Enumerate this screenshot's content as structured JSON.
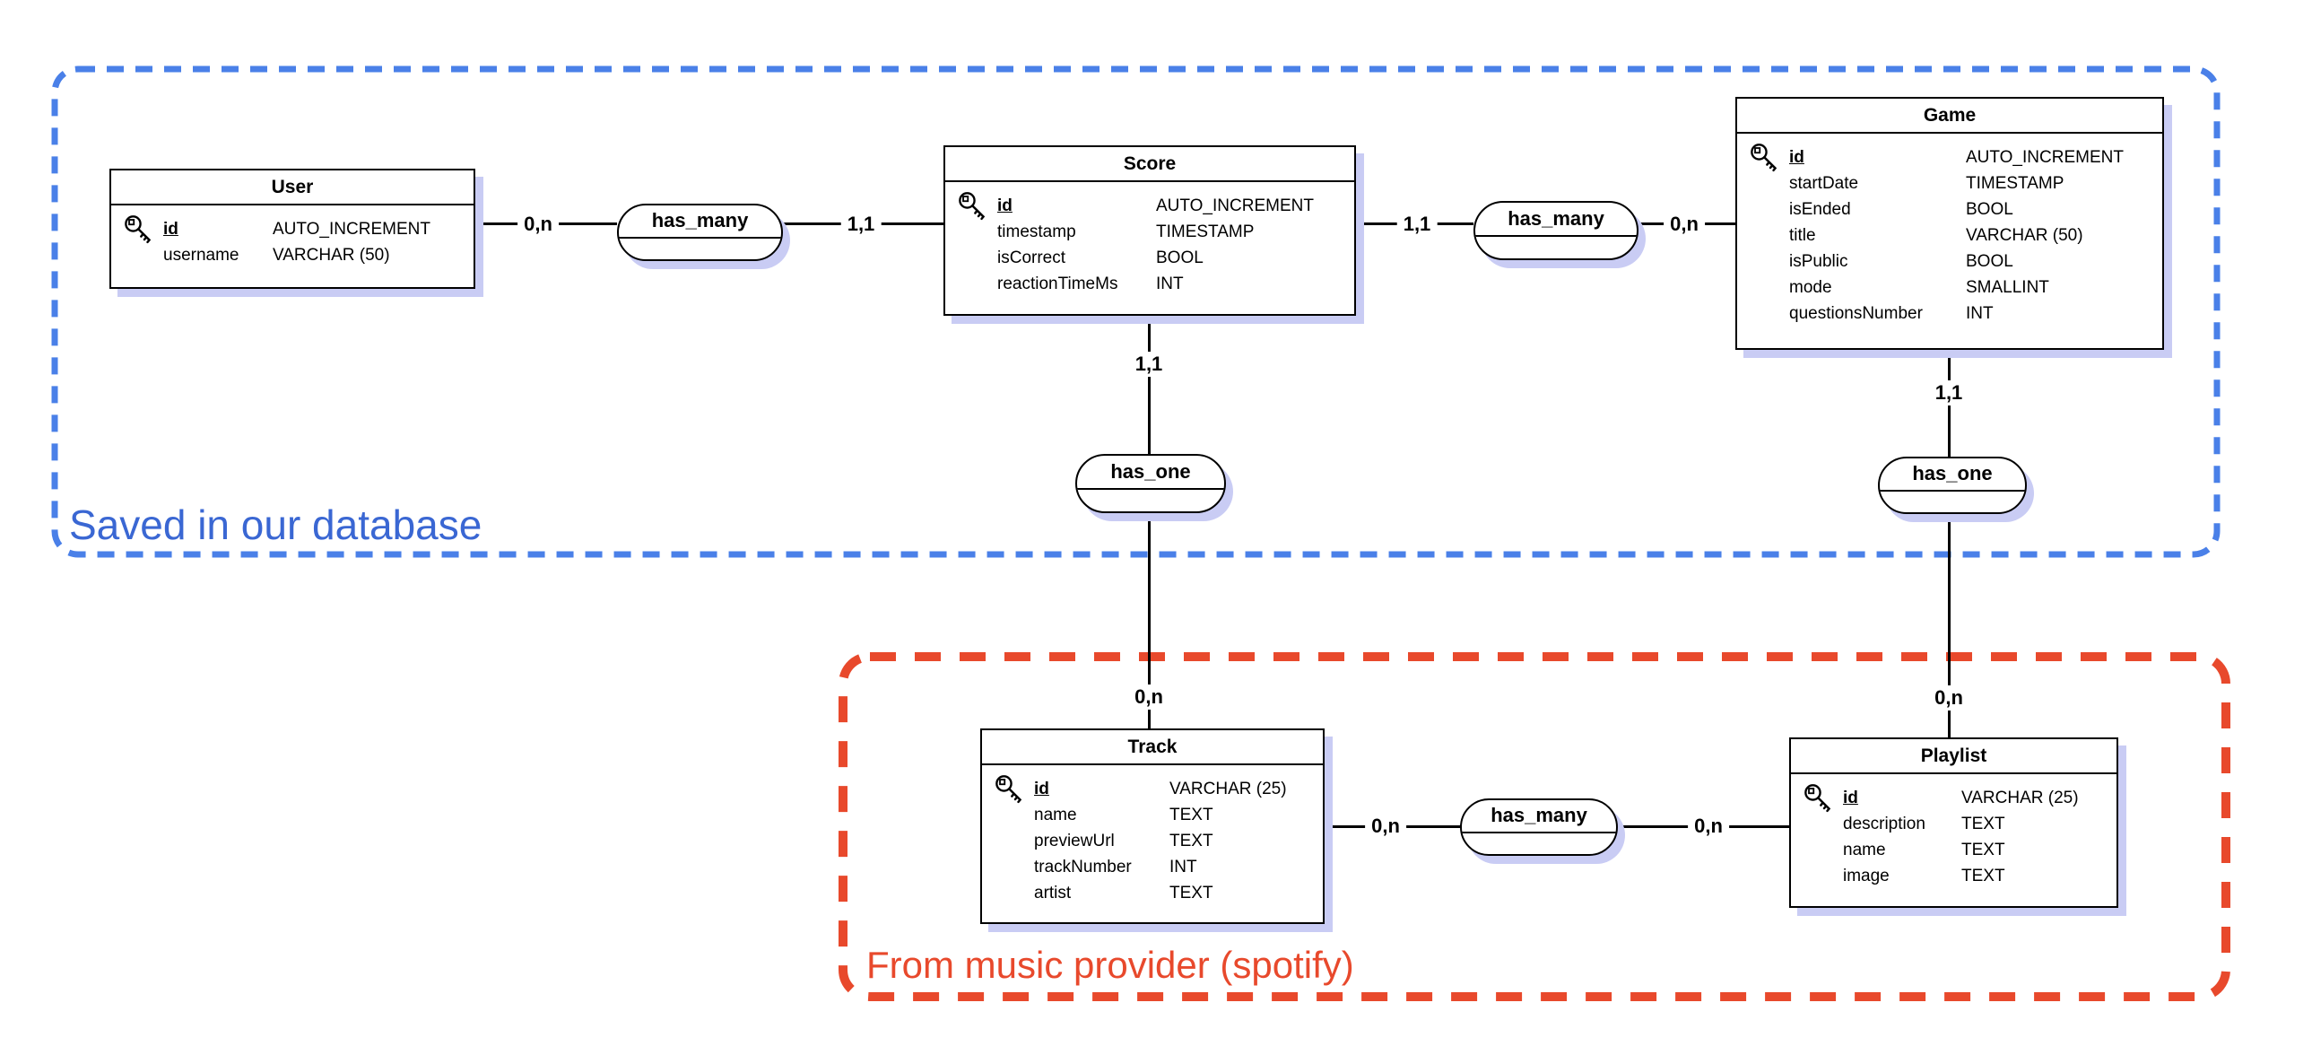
{
  "groups": [
    {
      "label": "Saved in our database",
      "color": "#3a67d3",
      "border_color": "#4a80e8"
    },
    {
      "label": "From music provider (spotify)",
      "color": "#e8492c",
      "border_color": "#e8492c"
    }
  ],
  "entities": [
    {
      "name": "User",
      "attributes": [
        {
          "name": "id",
          "type": "AUTO_INCREMENT",
          "primary_key": true
        },
        {
          "name": "username",
          "type": "VARCHAR (50)",
          "primary_key": false
        }
      ]
    },
    {
      "name": "Score",
      "attributes": [
        {
          "name": "id",
          "type": "AUTO_INCREMENT",
          "primary_key": true
        },
        {
          "name": "timestamp",
          "type": "TIMESTAMP",
          "primary_key": false
        },
        {
          "name": "isCorrect",
          "type": "BOOL",
          "primary_key": false
        },
        {
          "name": "reactionTimeMs",
          "type": "INT",
          "primary_key": false
        }
      ]
    },
    {
      "name": "Game",
      "attributes": [
        {
          "name": "id",
          "type": "AUTO_INCREMENT",
          "primary_key": true
        },
        {
          "name": "startDate",
          "type": "TIMESTAMP",
          "primary_key": false
        },
        {
          "name": "isEnded",
          "type": "BOOL",
          "primary_key": false
        },
        {
          "name": "title",
          "type": "VARCHAR (50)",
          "primary_key": false
        },
        {
          "name": "isPublic",
          "type": "BOOL",
          "primary_key": false
        },
        {
          "name": "mode",
          "type": "SMALLINT",
          "primary_key": false
        },
        {
          "name": "questionsNumber",
          "type": "INT",
          "primary_key": false
        }
      ]
    },
    {
      "name": "Track",
      "attributes": [
        {
          "name": "id",
          "type": "VARCHAR (25)",
          "primary_key": true
        },
        {
          "name": "name",
          "type": "TEXT",
          "primary_key": false
        },
        {
          "name": "previewUrl",
          "type": "TEXT",
          "primary_key": false
        },
        {
          "name": "trackNumber",
          "type": "INT",
          "primary_key": false
        },
        {
          "name": "artist",
          "type": "TEXT",
          "primary_key": false
        }
      ]
    },
    {
      "name": "Playlist",
      "attributes": [
        {
          "name": "id",
          "type": "VARCHAR (25)",
          "primary_key": true
        },
        {
          "name": "description",
          "type": "TEXT",
          "primary_key": false
        },
        {
          "name": "name",
          "type": "TEXT",
          "primary_key": false
        },
        {
          "name": "image",
          "type": "TEXT",
          "primary_key": false
        }
      ]
    }
  ],
  "relationships": [
    {
      "label": "has_many",
      "from": "User",
      "to": "Score",
      "from_cardinality": "0,n",
      "to_cardinality": "1,1"
    },
    {
      "label": "has_many",
      "from": "Score",
      "to": "Game",
      "from_cardinality": "1,1",
      "to_cardinality": "0,n"
    },
    {
      "label": "has_one",
      "from": "Score",
      "to": "Track",
      "from_cardinality": "1,1",
      "to_cardinality": "0,n"
    },
    {
      "label": "has_one",
      "from": "Game",
      "to": "Playlist",
      "from_cardinality": "1,1",
      "to_cardinality": "0,n"
    },
    {
      "label": "has_many",
      "from": "Track",
      "to": "Playlist",
      "from_cardinality": "0,n",
      "to_cardinality": "0,n"
    }
  ]
}
